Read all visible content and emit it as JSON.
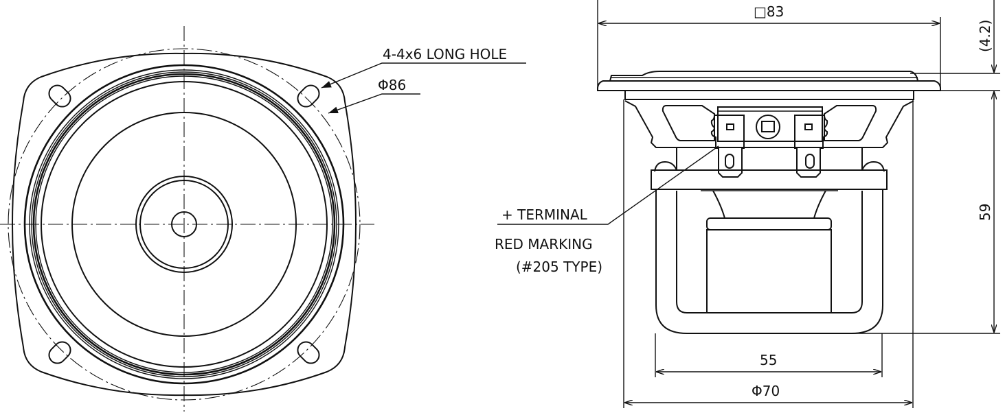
{
  "drawing": {
    "type": "speaker dimensional drawing",
    "views": [
      "front-view",
      "side-view"
    ],
    "line_color": "#111111",
    "background": "#ffffff"
  },
  "front_view": {
    "labels": {
      "mounting_holes": "4-4x6 LONG HOLE",
      "bolt_circle": "Φ86"
    }
  },
  "side_view": {
    "labels": {
      "frame_width": "□83",
      "flange_thickness": "(4.2)",
      "depth": "59",
      "magnet_diameter": "55",
      "basket_diameter": "Φ70",
      "terminal_line1": "+ TERMINAL",
      "terminal_line2": "RED MARKING",
      "terminal_line3": "(#205 TYPE)"
    }
  }
}
